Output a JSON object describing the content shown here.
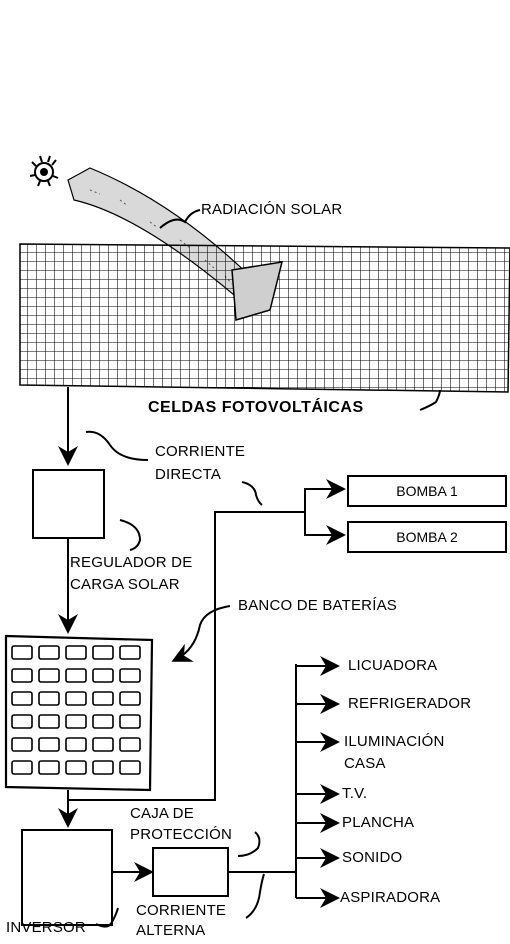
{
  "labels": {
    "radiacion": "RADIACIÓN SOLAR",
    "celdas": "CELDAS FOTOVOLTÁICAS",
    "corriente_directa_1": "CORRIENTE",
    "corriente_directa_2": "DIRECTA",
    "regulador_1": "REGULADOR DE",
    "regulador_2": "CARGA SOLAR",
    "banco": "BANCO DE BATERÍAS",
    "bomba1": "BOMBA 1",
    "bomba2": "BOMBA 2",
    "caja_1": "CAJA DE",
    "caja_2": "PROTECCIÓN",
    "inversor": "INVERSOR",
    "corriente_alterna_1": "CORRIENTE",
    "corriente_alterna_2": "ALTERNA"
  },
  "appliances": [
    "LICUADORA",
    "REFRIGERADOR",
    "ILUMINACIÓN",
    "CASA",
    "T.V.",
    "PLANCHA",
    "SONIDO",
    "ASPIRADORA"
  ]
}
